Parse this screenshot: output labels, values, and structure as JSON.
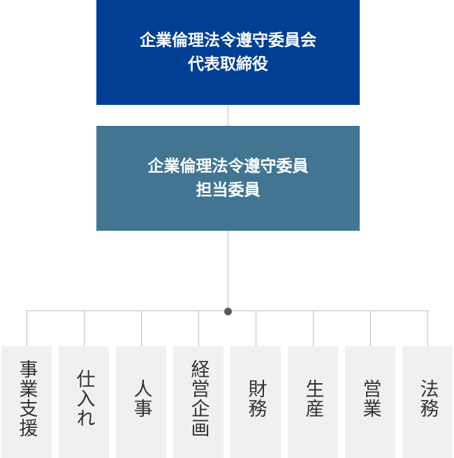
{
  "top_box": {
    "line1": "企業倫理法令遵守委員会",
    "line2": "代表取締役",
    "color": "#003f94"
  },
  "mid_box": {
    "line1": "企業倫理法令遵守委員",
    "line2": "担当委員",
    "color": "#427592"
  },
  "departments": [
    {
      "label": "事業支援"
    },
    {
      "label": "仕入れ"
    },
    {
      "label": "人事"
    },
    {
      "label": "経営企画"
    },
    {
      "label": "財務"
    },
    {
      "label": "生産"
    },
    {
      "label": "営業"
    },
    {
      "label": "法務"
    }
  ]
}
